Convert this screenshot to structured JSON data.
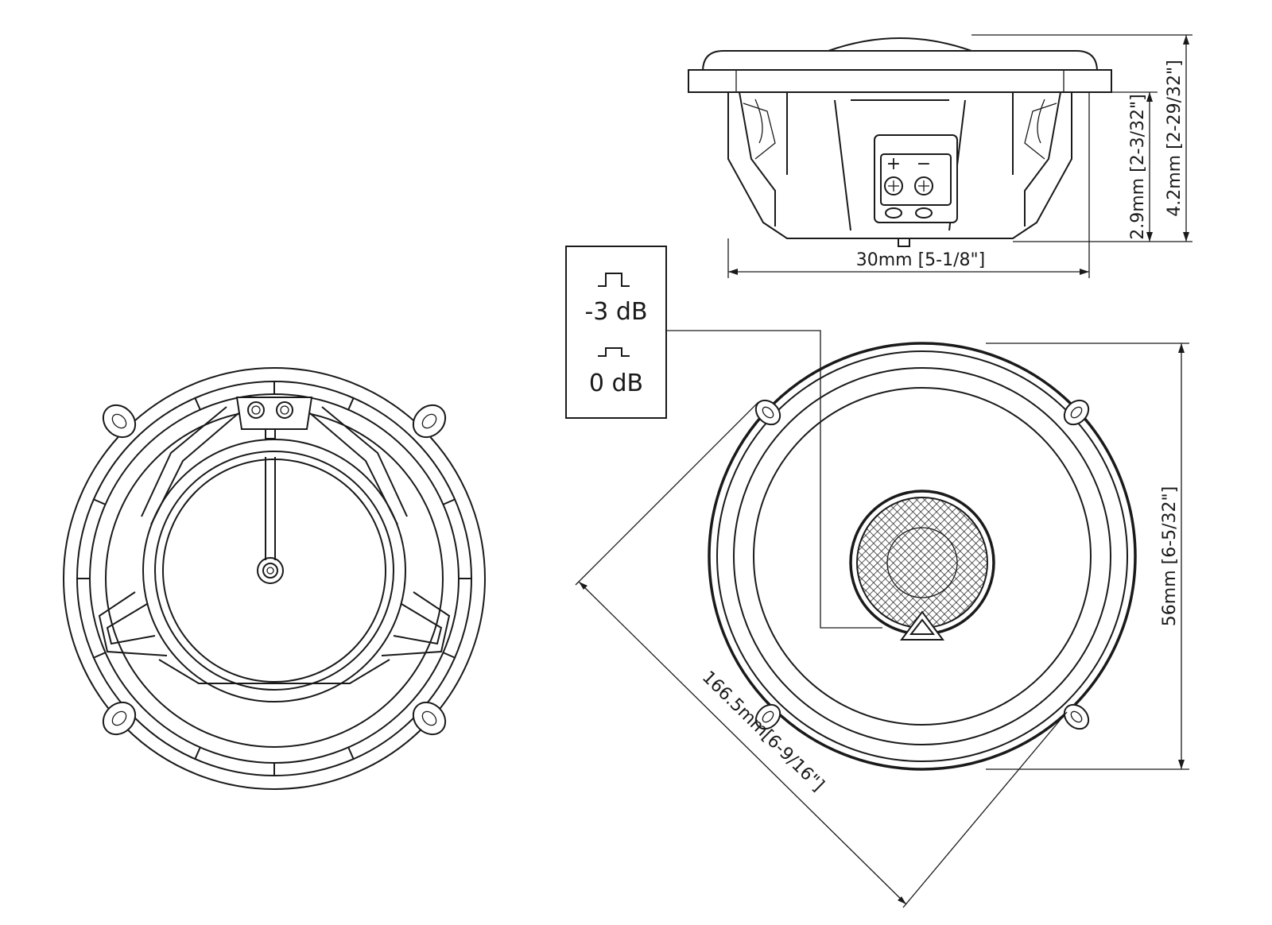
{
  "dimensions": {
    "side_width": "30mm [5-1/8\"]",
    "side_depth_inner": "2.9mm [2-3/32\"]",
    "side_height_total": "4.2mm [2-29/32\"]",
    "front_height": "56mm [6-5/32\"]",
    "front_diagonal": "166.5mm[6-9/16\"]"
  },
  "level_switch": {
    "option_high": "-3 dB",
    "option_low": "0 dB"
  },
  "terminals": {
    "positive_symbol": "+",
    "negative_symbol": "−"
  }
}
